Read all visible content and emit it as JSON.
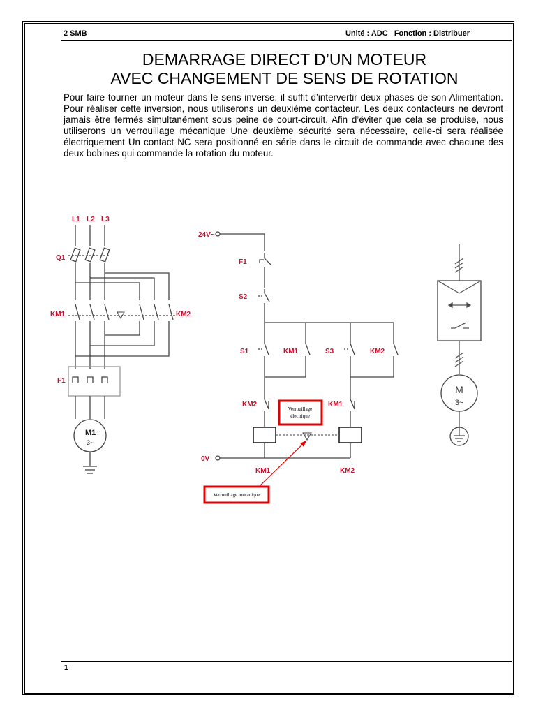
{
  "header": {
    "left": "2 SMB",
    "right": "Unité : ADC   Fonction : Distribuer"
  },
  "title": {
    "line1": "DEMARRAGE DIRECT D’UN MOTEUR",
    "line2": "AVEC CHANGEMENT DE SENS DE ROTATION"
  },
  "intro": "Pour faire tourner un moteur dans le sens inverse, il suffit d’intervertir deux phases de son Alimentation. Pour réaliser cette inversion, nous utiliserons un deuxième contacteur. Les deux contacteurs ne devront jamais être fermés simultanément sous peine de court-circuit. Afin d’éviter que cela se produise, nous utiliserons un verrouillage mécanique Une deuxième sécurité sera nécessaire, celle-ci sera réalisée électriquement Un contact NC sera positionné en série dans le circuit de commande avec chacune des deux bobines qui commande la rotation du moteur.",
  "power_circuit": {
    "phases": [
      "L1",
      "L2",
      "L3"
    ],
    "breaker": "Q1",
    "contactor_left": "KM1",
    "contactor_right": "KM2",
    "relay": "F1",
    "motor": "M1",
    "motor_type": "3~"
  },
  "control_circuit": {
    "supply_top": "24V~",
    "supply_bottom": "0V",
    "fuse": "F1",
    "stop": "S2",
    "start_fwd": "S1",
    "hold_fwd": "KM1",
    "start_rev": "S3",
    "hold_rev": "KM2",
    "interlock_fwd": "KM2",
    "interlock_rev": "KM1",
    "coil_fwd": "KM1",
    "coil_rev": "KM2",
    "annotation_electrical_1": "Verrouillage",
    "annotation_electrical_2": "électrique",
    "annotation_mechanical": "Verrouillage mécanique"
  },
  "symbol": {
    "motor": "M",
    "motor_type": "3~"
  },
  "footer": {
    "page": "1"
  },
  "colors": {
    "label": "#c8102e",
    "annotation_box": "#e00000"
  }
}
